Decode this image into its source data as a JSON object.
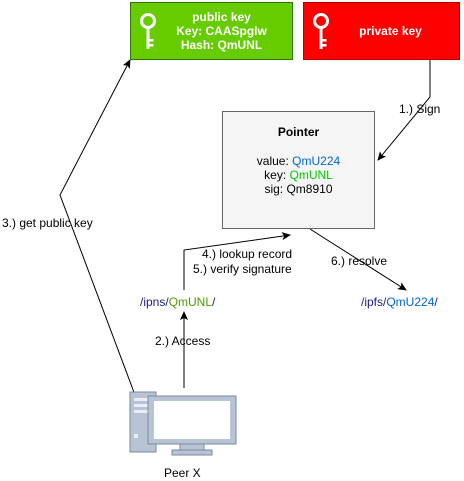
{
  "public_key": {
    "title": "public key",
    "key_line": "Key: CAASpglw",
    "hash_line": "Hash: QmUNL",
    "fill": "#66cc00",
    "icon": "key-icon"
  },
  "private_key": {
    "title": "private key",
    "fill": "#ff0000",
    "icon": "key-icon"
  },
  "pointer": {
    "title": "Pointer",
    "value_label": "value: ",
    "value": "QmU224",
    "key_label": "key: ",
    "key": "QmUNL",
    "sig": "sig: Qm8910"
  },
  "steps": {
    "sign": "1.) Sign",
    "access": "2.) Access",
    "get_public_key": "3.) get public key",
    "lookup_record": "4.) lookup record",
    "verify_signature": "5.) verify signature",
    "resolve": "6.) resolve"
  },
  "paths": {
    "ipns_prefix": "/ipns/",
    "ipns_hash": "QmUNL",
    "ipns_suffix": "/",
    "ipfs_prefix": "/ipfs/",
    "ipfs_hash": "QmU224",
    "ipfs_suffix": "/"
  },
  "peer": {
    "label": "Peer X",
    "icon": "computer-icon"
  }
}
